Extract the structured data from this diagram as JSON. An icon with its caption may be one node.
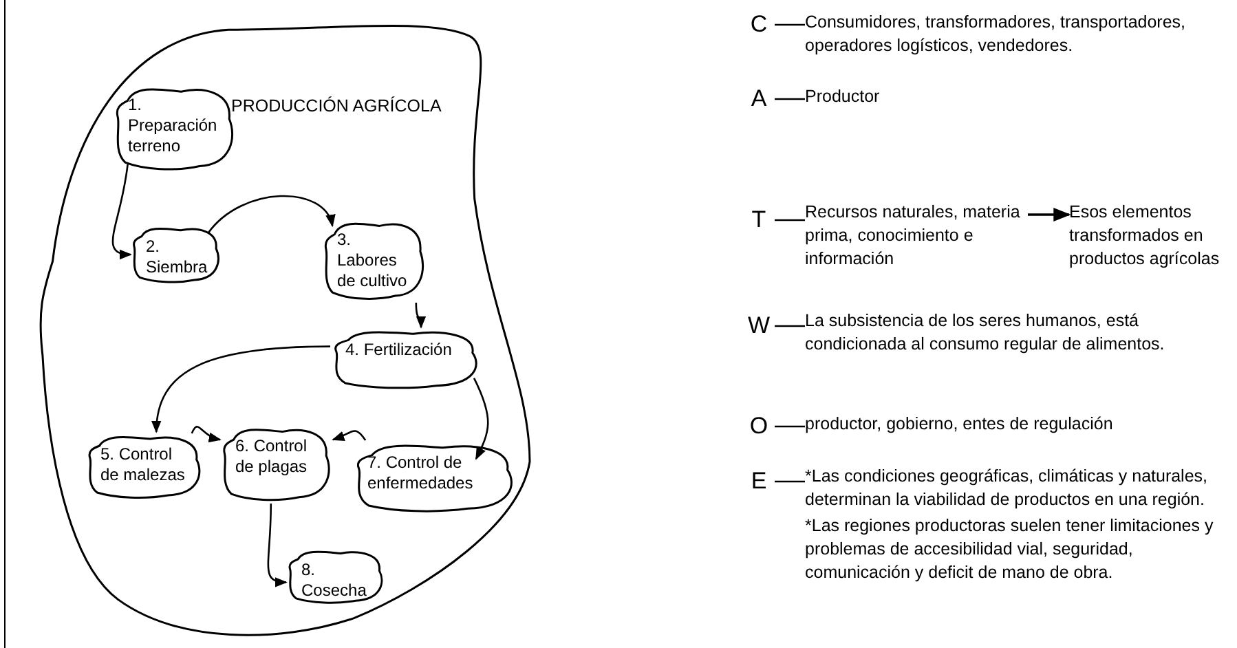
{
  "diagram": {
    "nodes": [
      {
        "text": [
          "PRODUCCIÓN AGRÍCOLA"
        ]
      },
      {
        "text": [
          "1. Preparación terreno"
        ],
        "in": 0
      },
      {
        "text": [
          "2. Siembra"
        ],
        "in": 0
      },
      {
        "text": [
          "3. Labores de cultivo"
        ],
        "in": 0
      },
      {
        "text": [
          "4. Fertilización"
        ],
        "in": 0
      },
      {
        "text": [
          "5. Control de malezas"
        ],
        "in": 0
      },
      {
        "text": [
          "6. Control de plagas"
        ],
        "in": 0
      },
      {
        "text": [
          "7. Control de enfermedades"
        ],
        "in": 0
      },
      {
        "text": [
          "8. Cosecha"
        ],
        "in": 0
      },
      {
        "text": [
          "C"
        ]
      },
      {
        "text": [
          "Consumidores, transformadores, transportadores, operadores logísticos, vendedores."
        ]
      },
      {
        "text": [
          "A"
        ]
      },
      {
        "text": [
          "Productor"
        ]
      },
      {
        "text": [
          "T"
        ]
      },
      {
        "text": [
          "Recursos naturales, materia prima, conocimiento e información"
        ]
      },
      {
        "text": [
          "Esos elementos transformados en productos agrícolas"
        ]
      },
      {
        "text": [
          "W"
        ]
      },
      {
        "text": [
          "La subsistencia de los seres humanos, está condicionada al consumo regular de alimentos."
        ]
      },
      {
        "text": [
          "O"
        ]
      },
      {
        "text": [
          "productor, gobierno, entes de regulación"
        ]
      },
      {
        "text": [
          "E"
        ]
      },
      {
        "text": [
          "*Las condiciones geográficas, climáticas y naturales, determinan la viabilidad de productos en una región.",
          "*Las regiones productoras suelen tener limitaciones y problemas de accesibilidad vial, seguridad, comunicación y deficit de mano de obra."
        ]
      }
    ],
    "edges": [
      {
        "from": 1,
        "to": 2,
        "arrow": "to"
      },
      {
        "from": 2,
        "to": 3,
        "arrow": "to"
      },
      {
        "from": 3,
        "to": 4,
        "arrow": "to"
      },
      {
        "from": 4,
        "to": 5,
        "arrow": "to"
      },
      {
        "from": 4,
        "to": 7,
        "arrow": "to"
      },
      {
        "from": 5,
        "to": 6,
        "arrow": "to"
      },
      {
        "from": 7,
        "to": 6,
        "arrow": "to"
      },
      {
        "from": 6,
        "to": 8,
        "arrow": "to"
      },
      {
        "from": 9,
        "to": 10,
        "arrow": "none"
      },
      {
        "from": 11,
        "to": 12,
        "arrow": "none"
      },
      {
        "from": 13,
        "to": 14,
        "arrow": "none"
      },
      {
        "from": 14,
        "to": 15,
        "arrow": "to"
      },
      {
        "from": 16,
        "to": 17,
        "arrow": "none"
      },
      {
        "from": 18,
        "to": 19,
        "arrow": "none"
      },
      {
        "from": 20,
        "to": 21,
        "arrow": "none"
      }
    ]
  }
}
